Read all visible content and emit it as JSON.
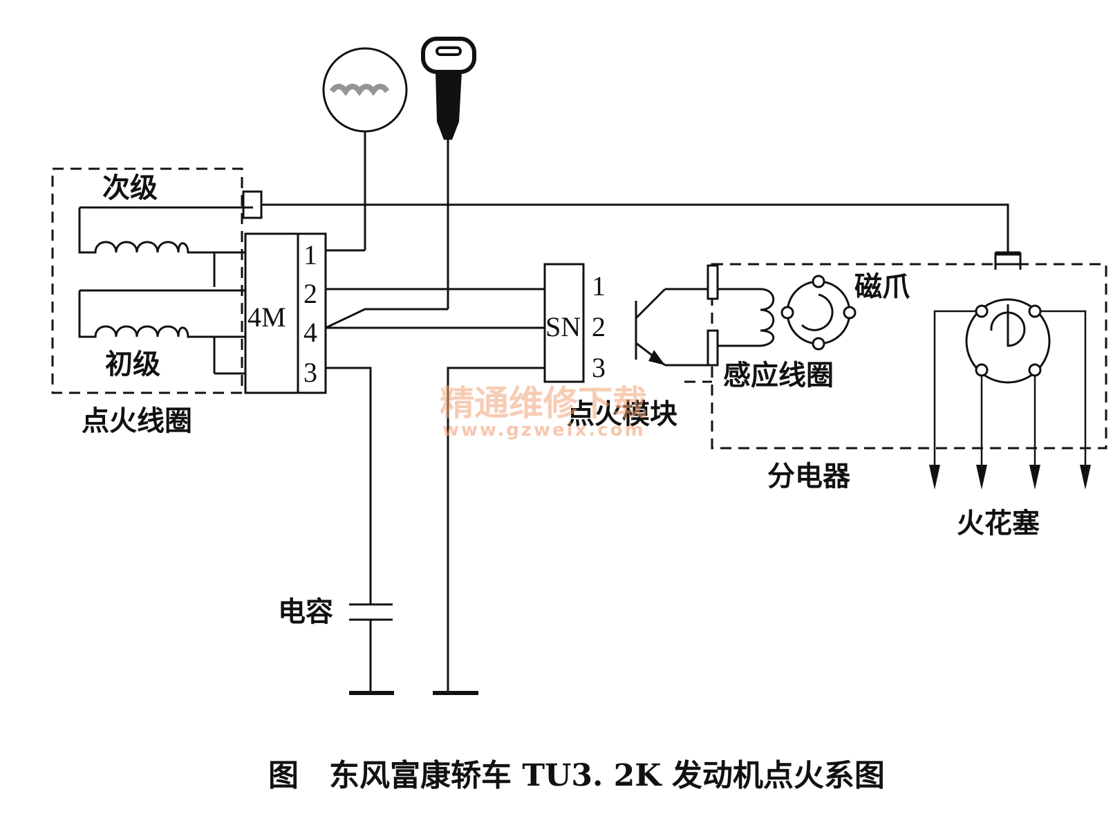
{
  "labels": {
    "secondary": "次级",
    "primary": "初级",
    "ignition_coil": "点火线圈",
    "coil_4m": "4M",
    "module_sn": "SN",
    "ignition_module": "点火模块",
    "magnet": "磁爪",
    "pickup_coil": "感应线圈",
    "distributor": "分电器",
    "spark_plug": "火花塞",
    "capacitor": "电容"
  },
  "coil_pins": [
    "1",
    "2",
    "4",
    "3"
  ],
  "module_pins": [
    "1",
    "2",
    "3"
  ],
  "caption": "图　东风富康轿车 TU3. 2K 发动机点火系图",
  "watermark": {
    "cn": "精通维修下载",
    "url": "www.gzweix.com"
  }
}
